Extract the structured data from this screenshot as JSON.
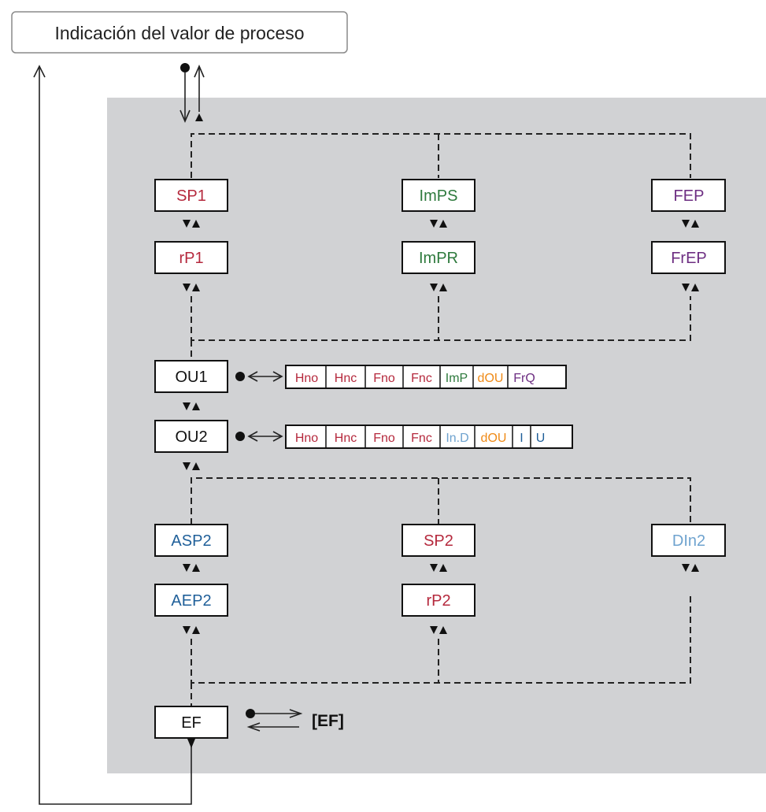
{
  "title": "Indicación del valor de proceso",
  "colors": {
    "panel": "#d1d2d4",
    "red": "#b5293d",
    "green": "#2e7a3d",
    "purple": "#6d2e82",
    "orange": "#ef8a17",
    "lightblue": "#6fa3cf",
    "blue": "#1f5f99",
    "black": "#111111"
  },
  "params": {
    "sp1": "SP1",
    "rp1": "rP1",
    "imps": "ImPS",
    "impr": "ImPR",
    "fep": "FEP",
    "frep": "FrEP",
    "ou1": "OU1",
    "ou2": "OU2",
    "asp2": "ASP2",
    "aep2": "AEP2",
    "sp2": "SP2",
    "rp2": "rP2",
    "din2": "DIn2",
    "ef": "EF"
  },
  "ou1_options": [
    {
      "label": "Hno",
      "color": "red"
    },
    {
      "label": "Hnc",
      "color": "red"
    },
    {
      "label": "Fno",
      "color": "red"
    },
    {
      "label": "Fnc",
      "color": "red"
    },
    {
      "label": "ImP",
      "color": "green"
    },
    {
      "label": "dOU",
      "color": "orange"
    },
    {
      "label": "FrQ",
      "color": "purple"
    }
  ],
  "ou2_options": [
    {
      "label": "Hno",
      "color": "red"
    },
    {
      "label": "Hnc",
      "color": "red"
    },
    {
      "label": "Fno",
      "color": "red"
    },
    {
      "label": "Fnc",
      "color": "red"
    },
    {
      "label": "In.D",
      "color": "lightblue"
    },
    {
      "label": "dOU",
      "color": "orange"
    },
    {
      "label": "I",
      "color": "blue"
    },
    {
      "label": "U",
      "color": "blue"
    }
  ],
  "ef_label": "[EF]"
}
